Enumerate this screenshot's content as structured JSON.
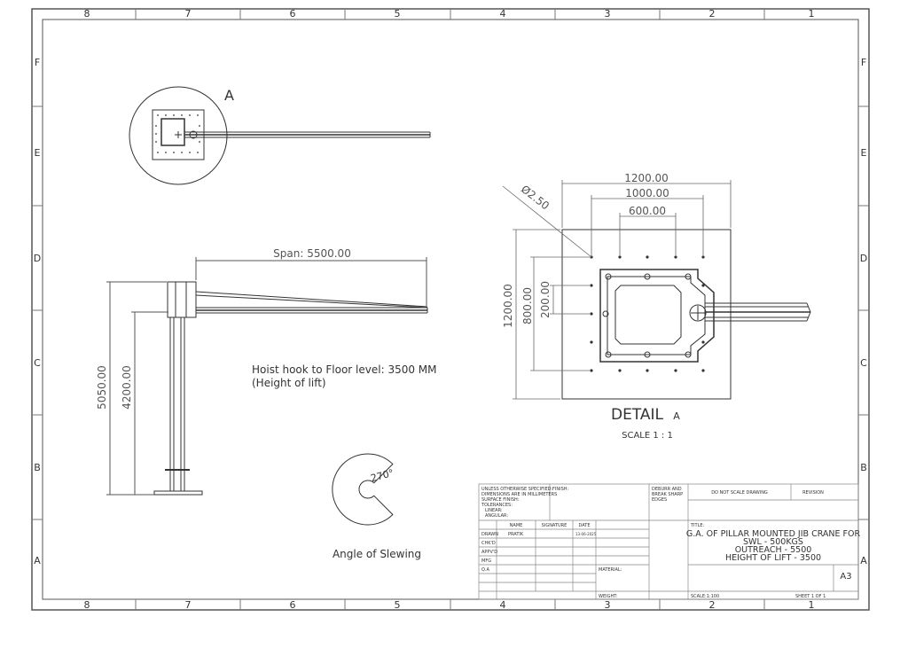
{
  "sheet": {
    "col_labels": [
      "8",
      "7",
      "6",
      "5",
      "4",
      "3",
      "2",
      "1"
    ],
    "row_labels": [
      "F",
      "E",
      "D",
      "C",
      "B",
      "A"
    ]
  },
  "views": {
    "top_view_label": "A",
    "span_label": "Span: 5500.00",
    "height_total": "5050.00",
    "height_hook": "4200.00",
    "note_line1": "Hoist hook to Floor level: 3500 MM",
    "note_line2": "(Height of lift)",
    "slew_angle": "270°",
    "slew_caption": "Angle of Slewing"
  },
  "detail": {
    "dia_label": "Ø2.50",
    "dim_top1": "1200.00",
    "dim_top2": "1000.00",
    "dim_top3": "600.00",
    "dim_v1": "1200.00",
    "dim_v2": "800.00",
    "dim_v3": "200.00",
    "title": "DETAIL",
    "title_letter": "A",
    "scale": "SCALE 1 : 1"
  },
  "title_block": {
    "notes": [
      "UNLESS OTHERWISE SPECIFIED:",
      "DIMENSIONS ARE IN MILLIMETERS",
      "SURFACE FINISH:",
      "TOLERANCES:",
      "LINEAR:",
      "ANGULAR:"
    ],
    "finish": "FINISH:",
    "deburr": [
      "DEBURR AND",
      "BREAK SHARP",
      "EDGES"
    ],
    "do_not_scale": "DO NOT SCALE DRAWING",
    "revision": "REVISION",
    "col_name": "NAME",
    "col_signature": "SIGNATURE",
    "col_date": "DATE",
    "row_drawn": "DRAWN",
    "row_chkd": "CHK'D",
    "row_appvd": "APPV'D",
    "row_mfg": "MFG",
    "row_qa": "Q.A",
    "drawn_name": "PRATIK",
    "drawn_date": "13-06-2025",
    "title_label": "TITLE:",
    "title_lines": [
      "G.A. OF PILLAR MOUNTED JIB CRANE FOR",
      "SWL - 500KGS",
      "OUTREACH - 5500",
      "HEIGHT OF LIFT - 3500"
    ],
    "material": "MATERIAL:",
    "weight": "WEIGHT:",
    "size": "A3",
    "scale": "SCALE:1:100",
    "sheet": "SHEET 1 OF 1"
  }
}
